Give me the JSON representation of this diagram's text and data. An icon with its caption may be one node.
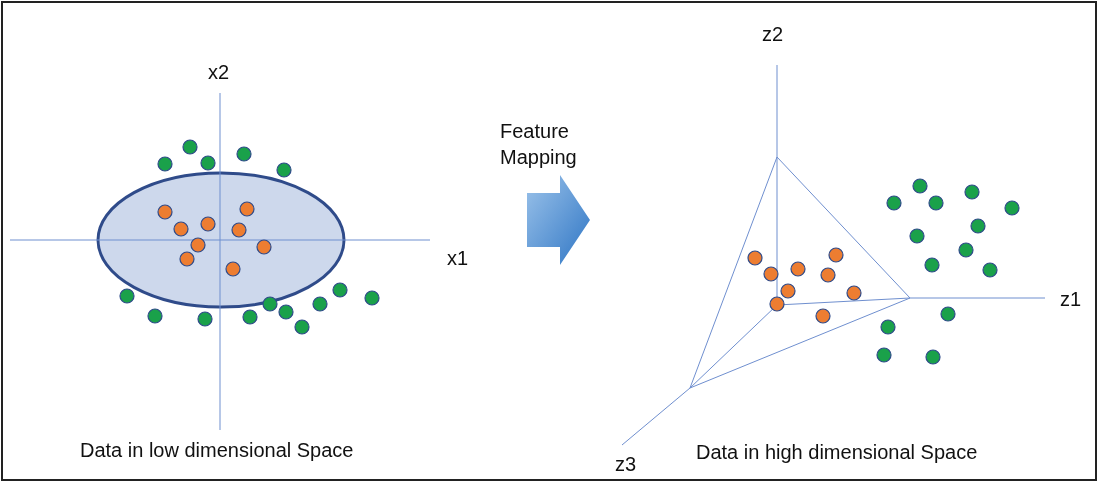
{
  "diagram": {
    "labels": [
      "z2",
      "x2",
      "Feature Mapping",
      "x1",
      "z1",
      "Data in low dimensional Space",
      "z3",
      "Data in high dimensional Space"
    ]
  }
}
